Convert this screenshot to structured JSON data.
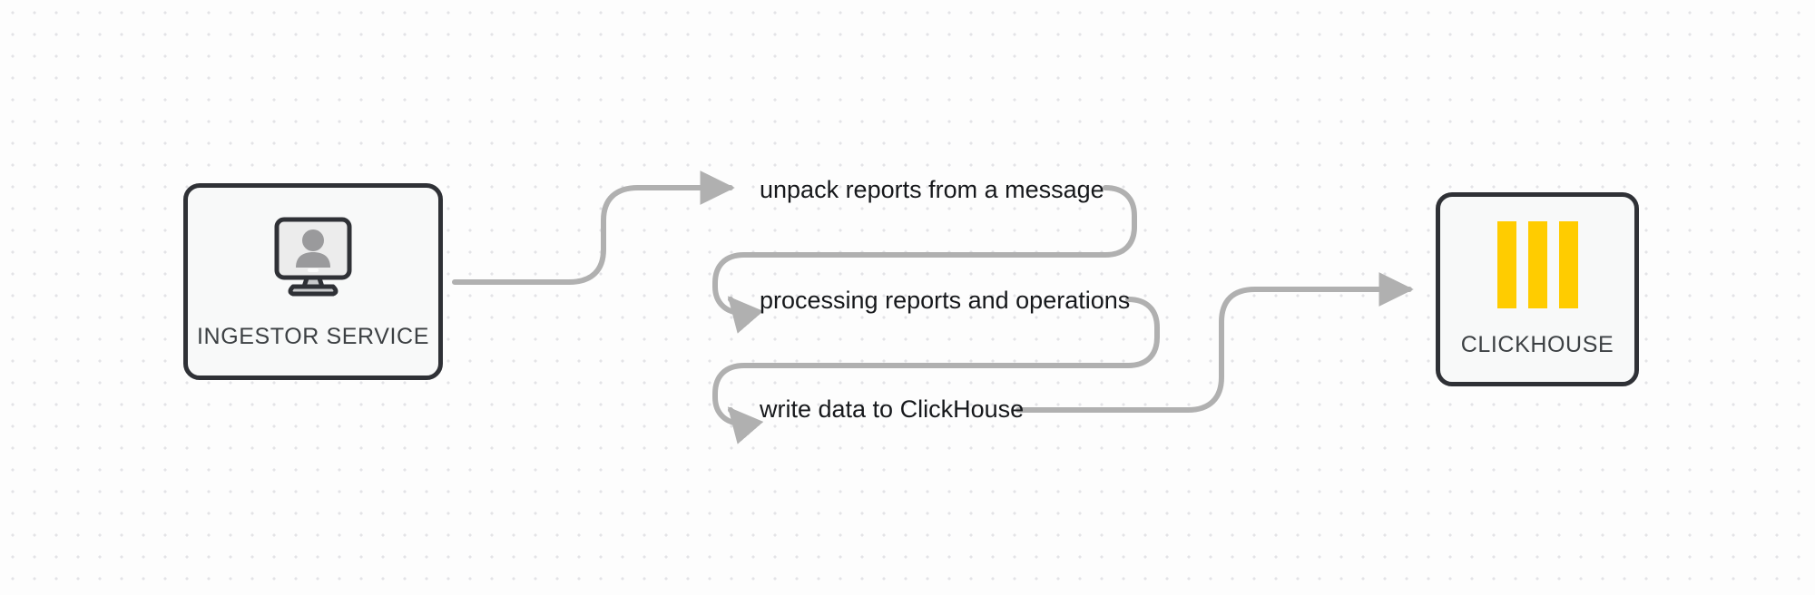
{
  "diagram": {
    "type": "flow",
    "background": {
      "color": "#fdfdfd",
      "dot_color": "#e3e3e6",
      "grid_spacing": 24
    },
    "nodes": [
      {
        "id": "ingestor",
        "label": "INGESTOR SERVICE",
        "icon": "monitor-user-icon",
        "border_color": "#2f3136",
        "fill_color": "#f8f9f9"
      },
      {
        "id": "clickhouse",
        "label": "CLICKHOUSE",
        "icon": "clickhouse-logo-icon",
        "border_color": "#2f3136",
        "fill_color": "#f8f9f9",
        "accent_color": "#ffcc00",
        "bars": 3
      }
    ],
    "edges": [
      {
        "id": "edge-1",
        "label": "unpack reports from a message",
        "from": "ingestor",
        "to": "step-2",
        "color": "#b0b0b0"
      },
      {
        "id": "edge-2",
        "label": "processing reports and operations",
        "from": "step-1",
        "to": "step-3",
        "color": "#b0b0b0"
      },
      {
        "id": "edge-3",
        "label": "write data to ClickHouse",
        "from": "step-2",
        "to": "clickhouse",
        "color": "#b0b0b0"
      }
    ]
  }
}
